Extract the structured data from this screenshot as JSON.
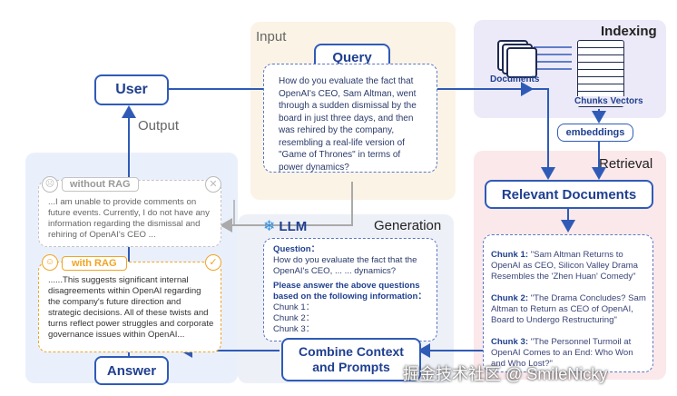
{
  "sections": {
    "input": "Input",
    "indexing": "Indexing",
    "retrieval": "Retrieval",
    "generation": "Generation",
    "output": "Output"
  },
  "nodes": {
    "user": "User",
    "query": "Query",
    "llm": "LLM",
    "relevant_docs": "Relevant Documents",
    "combine": "Combine Context\nand Prompts",
    "answer": "Answer",
    "embeddings": "embeddings",
    "documents": "Documents",
    "chunks_vectors": "Chunks Vectors"
  },
  "query_text": "How do you evaluate the fact that OpenAI's CEO, Sam Altman, went through a sudden dismissal by the board in just three days, and then was rehired by the company, resembling a real-life version of \"Game of Thrones\" in terms of power dynamics?",
  "without_rag": {
    "label": "without RAG",
    "text": "...I am unable to provide comments on future events. Currently, I do not have any information regarding the dismissal and rehiring of OpenAI's CEO ..."
  },
  "with_rag": {
    "label": "with RAG",
    "text": "......This suggests significant internal disagreements within OpenAI regarding the company's future direction and strategic decisions. All of these twists and turns reflect power struggles and corporate governance issues within OpenAI..."
  },
  "prompt": {
    "question_label": "Question：",
    "question_text": "How do you evaluate the fact that the OpenAI's CEO, ... ... dynamics?",
    "instruction": "Please answer the above questions based on the following information：",
    "chunk1": "Chunk 1：",
    "chunk2": "Chunk 2：",
    "chunk3": "Chunk 3："
  },
  "chunks": [
    {
      "label": "Chunk 1:",
      "text": " \"Sam Altman Returns to OpenAI as CEO, Silicon Valley Drama Resembles the 'Zhen Huan' Comedy\""
    },
    {
      "label": "Chunk 2:",
      "text": " \"The Drama Concludes? Sam Altman to Return as CEO of OpenAI, Board to Undergo Restructuring\""
    },
    {
      "label": "Chunk 3:",
      "text": " \"The Personnel Turmoil at OpenAI Comes to an End: Who Won and Who Lost?\""
    }
  ],
  "watermark": "掘金技术社区 @ SmileNicky",
  "colors": {
    "accent": "#2f5bb7",
    "input_bg": "#fbf3e6",
    "indexing_bg": "#eceaf8",
    "retrieval_bg": "#fbe8ea",
    "generation_bg": "#eef0f7",
    "output_bg": "#eaf0fb",
    "rag_orange": "#f0a424"
  }
}
